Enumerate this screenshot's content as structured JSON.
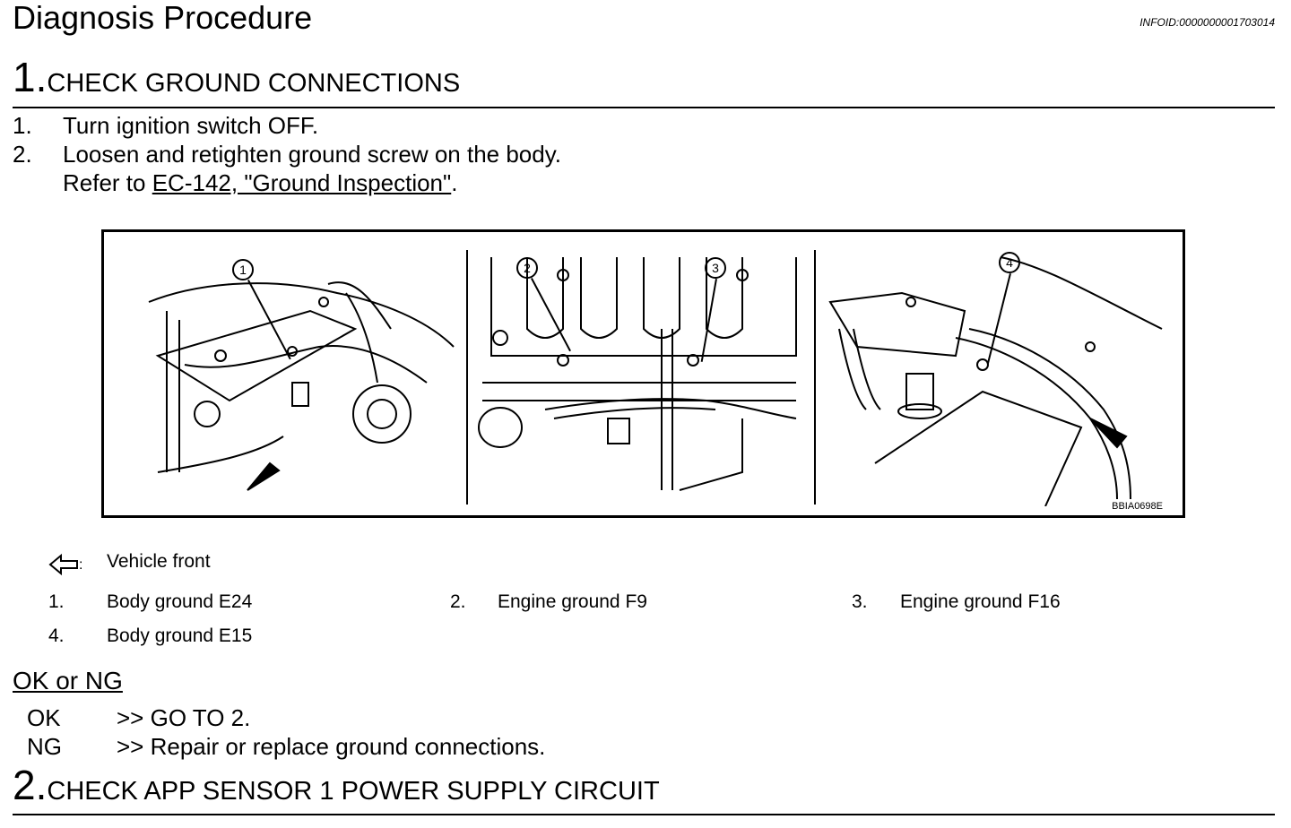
{
  "header": {
    "title": "Diagnosis Procedure",
    "infoid": "INFOID:0000000001703014"
  },
  "step1": {
    "number": "1.",
    "title": "CHECK GROUND CONNECTIONS",
    "instructions": [
      {
        "num": "1.",
        "text": "Turn ignition switch OFF."
      },
      {
        "num": "2.",
        "text": "Loosen and retighten ground screw on the body."
      }
    ],
    "refer_prefix": "Refer to ",
    "refer_link": "EC-142, \"Ground Inspection\"",
    "refer_suffix": "."
  },
  "figure": {
    "code": "BBIA0698E",
    "callouts": [
      "1",
      "2",
      "3",
      "4"
    ]
  },
  "legend": {
    "front_symbol": ":",
    "front_label": "Vehicle front",
    "items": [
      {
        "num": "1.",
        "label": "Body ground E24"
      },
      {
        "num": "2.",
        "label": "Engine ground F9"
      },
      {
        "num": "3.",
        "label": "Engine ground F16"
      },
      {
        "num": "4.",
        "label": "Body ground E15"
      }
    ]
  },
  "result": {
    "heading": "OK or NG",
    "rows": [
      {
        "key": "OK",
        "action": ">> GO TO 2."
      },
      {
        "key": "NG",
        "action": ">> Repair or replace ground connections."
      }
    ]
  },
  "step2": {
    "number": "2.",
    "title": "CHECK APP SENSOR 1 POWER SUPPLY CIRCUIT"
  }
}
